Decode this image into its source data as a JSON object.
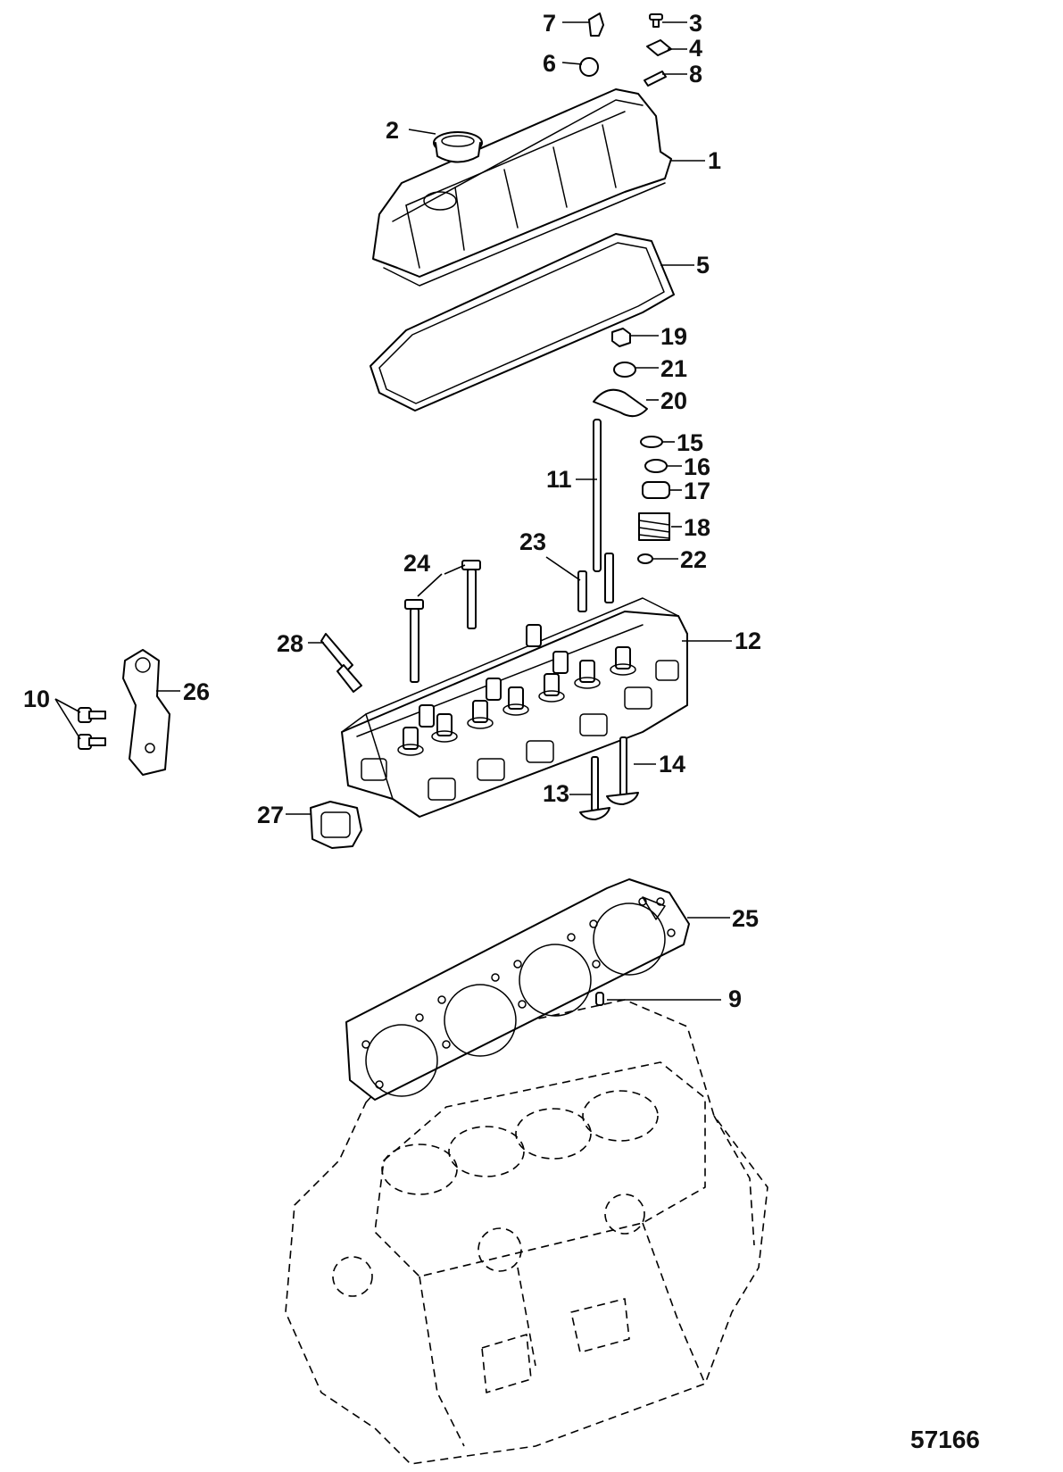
{
  "figure_number": "57166",
  "callouts": [
    "1",
    "2",
    "3",
    "4",
    "5",
    "6",
    "7",
    "8",
    "9",
    "10",
    "11",
    "12",
    "13",
    "14",
    "15",
    "16",
    "17",
    "18",
    "19",
    "20",
    "21",
    "22",
    "23",
    "24",
    "25",
    "26",
    "27",
    "28"
  ]
}
